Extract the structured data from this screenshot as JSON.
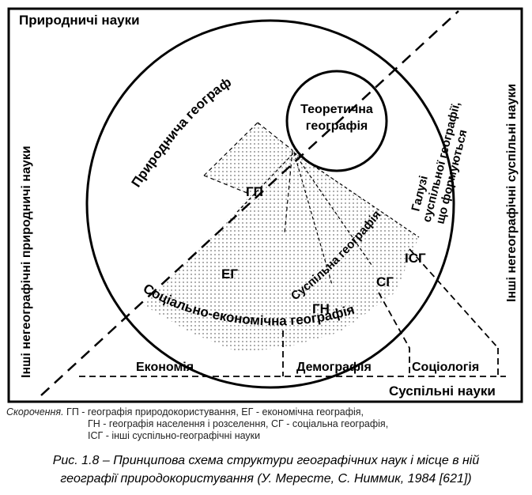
{
  "diagram": {
    "top_left_label": "Природничі науки",
    "bottom_right_label": "Суспільні науки",
    "left_vertical_label": "Інші негеографічні природничі науки",
    "right_vertical_label": "Інші негеографічні суспільні науки",
    "theoretical_geography": [
      "Теоретична",
      "географія"
    ],
    "physical_geography": "Природнича географія",
    "social_geography": "Суспільна географія",
    "socio_economic_geography": "Соціально-економічна географія",
    "emerging_branches": [
      "Галузі",
      "суспільної географії,",
      "що формуються"
    ],
    "abbrev": {
      "gp": "ГП",
      "eg": "ЕГ",
      "gn": "ГН",
      "sg": "СГ",
      "isg": "ІСГ"
    },
    "bottom_sciences": {
      "economy": "Економія",
      "demography": "Демографія",
      "sociology": "Соціологія"
    }
  },
  "abbreviations": {
    "heading": "Скорочення.",
    "line1": "ГП - географія природокористування, ЕГ - економічна географія,",
    "line2": "ГН - географія населення і розселення, СГ - соціальна географія,",
    "line3": "ІСГ - інші суспільно-географічні науки"
  },
  "caption": {
    "line1": "Рис. 1.8 – Принципова схема структури географічних наук і місце в ній",
    "line2": "географії природокористування (У. Мересте, С. Ниммик, 1984 [621])"
  }
}
